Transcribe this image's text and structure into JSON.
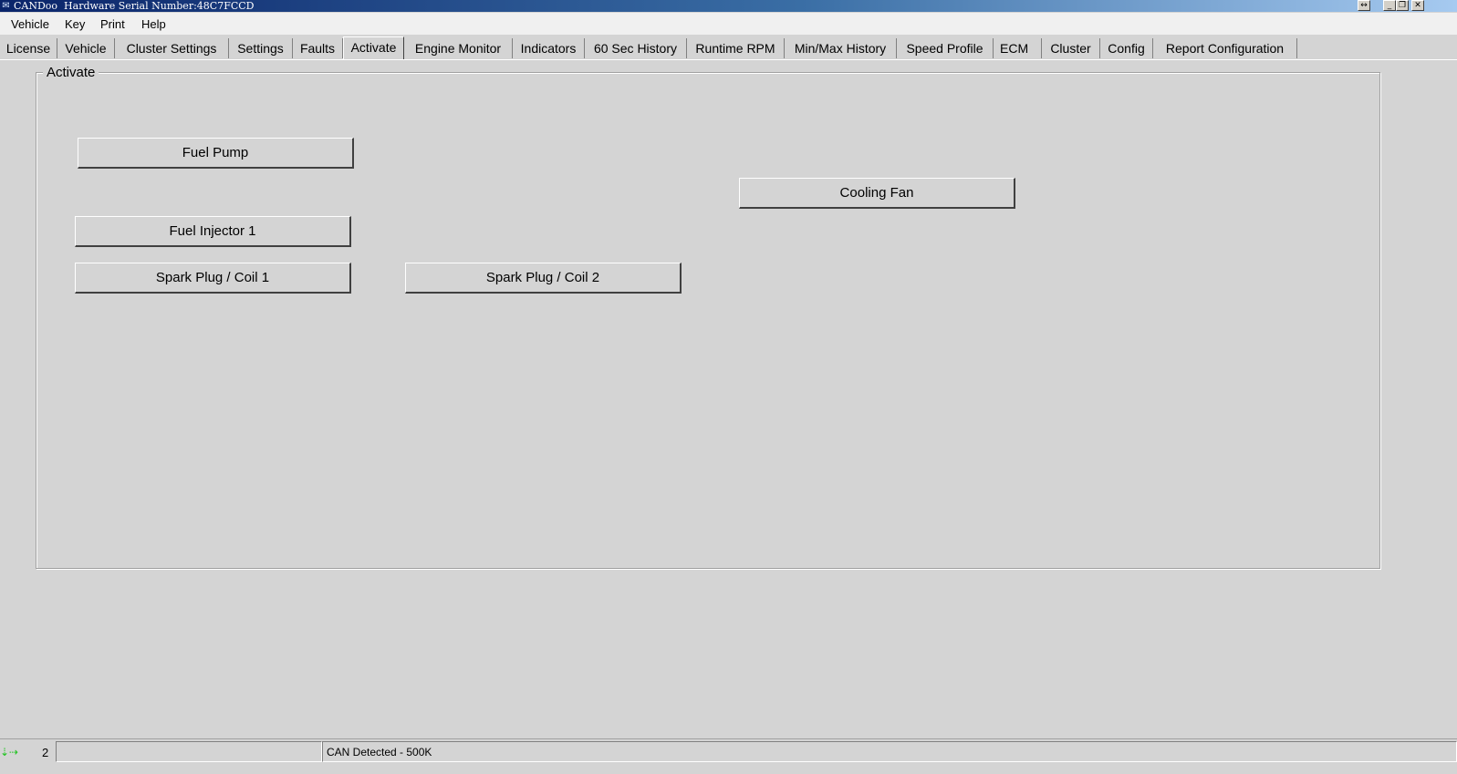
{
  "window": {
    "title": "CANDoo  Hardware Serial Number:48C7FCCD",
    "icon": "candoo-app-icon",
    "controls": {
      "restore_arrows": "↔",
      "minimize": "_",
      "maximize": "❐",
      "close": "✕"
    }
  },
  "menu": {
    "items": [
      "Vehicle",
      "Key",
      "Print",
      "Help"
    ]
  },
  "tabs": {
    "items": [
      "License",
      "Vehicle",
      "Cluster Settings",
      "Settings",
      "Faults",
      "Activate",
      "Engine Monitor",
      "Indicators",
      "60 Sec History",
      "Runtime RPM",
      "Min/Max History",
      "Speed Profile",
      "ECM",
      "Cluster",
      "Config",
      "Report Configuration"
    ],
    "active": "Activate"
  },
  "activate": {
    "group_title": "Activate",
    "buttons": {
      "fuel_pump": "Fuel Pump",
      "cooling_fan": "Cooling Fan",
      "fuel_injector_1": "Fuel Injector 1",
      "spark_plug_coil_1": "Spark Plug / Coil 1",
      "spark_plug_coil_2": "Spark Plug / Coil 2"
    }
  },
  "status": {
    "icon": "usb-connection-icon",
    "count": "2",
    "text": "CAN Detected - 500K",
    "accent_color": "#22c422"
  }
}
